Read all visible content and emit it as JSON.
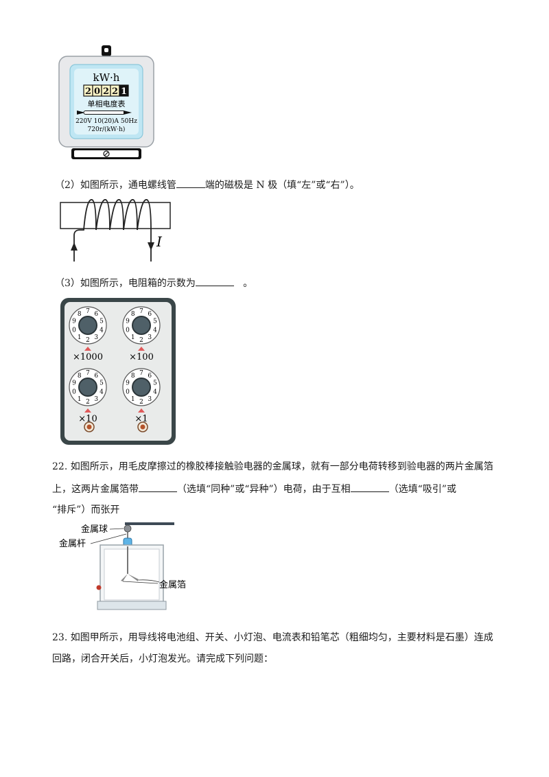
{
  "meter": {
    "unit": "kW·h",
    "digits": [
      "2",
      "0",
      "2",
      "2",
      "1"
    ],
    "name": "单相电度表",
    "spec1": "220V 10(20)A 50Hz",
    "spec2": "720r/(kW·h)"
  },
  "q2": {
    "before": "（2）如图所示，通电螺线管",
    "after": "端的磁极是 N 极（填“左”或“右”）。",
    "current_label": "I"
  },
  "q3": {
    "before": "（3）如图所示，电阻箱的示数为",
    "after": "。",
    "dials": [
      {
        "label": "×1000",
        "digits": [
          "0",
          "1",
          "2",
          "3",
          "4",
          "5",
          "6",
          "7",
          "8",
          "9"
        ]
      },
      {
        "label": "×100",
        "digits": [
          "0",
          "1",
          "2",
          "3",
          "4",
          "5",
          "6",
          "7",
          "8",
          "9"
        ]
      },
      {
        "label": "×10",
        "digits": [
          "0",
          "1",
          "2",
          "3",
          "4",
          "5",
          "6",
          "7",
          "8",
          "9"
        ]
      },
      {
        "label": "×1",
        "digits": [
          "0",
          "1",
          "2",
          "3",
          "4",
          "5",
          "6",
          "7",
          "8",
          "9"
        ]
      }
    ]
  },
  "q22": {
    "line1": "22. 如图所示，用毛皮摩擦过的橡胶棒接触验电器的金属球，就有一部分电荷转移到验电器的两片金属箔",
    "line2_a": "上，这两片金属箔带",
    "line2_b": "（选填“同种”或“异种”）电荷，由于互相",
    "line2_c": "（选填“吸引”或",
    "line3": "“排斥”）而张开",
    "label_ball": "金属球",
    "label_rod": "金属杆",
    "label_foil": "金属箔"
  },
  "q23": {
    "line1": "23. 如图甲所示，用导线将电池组、开关、小灯泡、电流表和铅笔芯（粗细均匀，主要材料是石墨）连成",
    "line2": "回路，闭合开关后，小灯泡发光。请完成下列问题："
  }
}
